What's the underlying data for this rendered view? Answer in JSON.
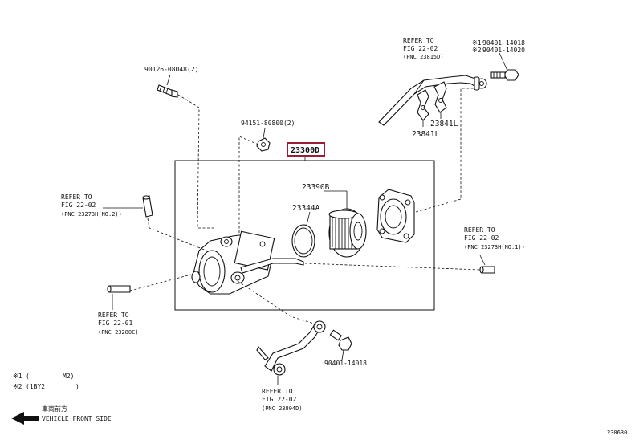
{
  "highlight_color": "#9b1b3a",
  "labels": {
    "bolt_top": "90126-08048(2)",
    "nut_top": "94151-80800(2)",
    "assembly": "23300D",
    "element_kit": "23390B",
    "gasket": "23344A",
    "clamp_1": "23841L",
    "clamp_2": "23841L",
    "bolt_right": "90401-14018",
    "bolt_right_2": "90401-14020",
    "bolt_lower": "90401-14018",
    "ref_top_1": "REFER TO",
    "ref_top_2": "FIG 22-02",
    "ref_top_3": "(PNC 23815D)",
    "ref_left_1": "REFER TO",
    "ref_left_2": "FIG 22-02",
    "ref_left_3": "(PNC 23273H(NO.2))",
    "ref_right_1": "REFER TO",
    "ref_right_2": "FIG 22-02",
    "ref_right_3": "(PNC 23273H(NO.1))",
    "ref_lowleft_1": "REFER TO",
    "ref_lowleft_2": "FIG 22-01",
    "ref_lowleft_3": "(PNC 23280C)",
    "ref_bottom_1": "REFER TO",
    "ref_bottom_2": "FIG 22-02",
    "ref_bottom_3": "(PNC 23804D)"
  },
  "notes": {
    "note1_mark": "※1",
    "note1_mid": "(",
    "note1_tail": "M2)",
    "note2_mark": "※2",
    "note2_mid": "(1BY2",
    "note2_tail": ")",
    "top_right_1_mark": "※1",
    "top_right_2_mark": "※2"
  },
  "direction": {
    "japanese": "車両前方",
    "english": "VEHICLE FRONT SIDE"
  },
  "figure_id": "230630"
}
